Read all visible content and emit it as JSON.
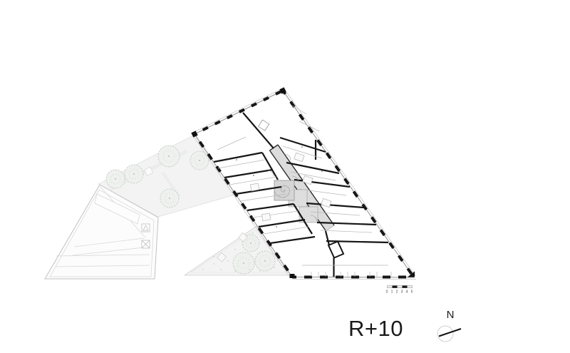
{
  "plan": {
    "floor_label": "R+10",
    "north": {
      "label": "N",
      "icon": "north-arrow-icon"
    },
    "scale_bar": {
      "icon": "scale-bar",
      "unit_labels": [
        "0",
        "1",
        "2",
        "3",
        "4",
        "5"
      ]
    },
    "colors": {
      "ink": "#1a1a1a",
      "wall_black": "#161616",
      "thin_line": "#777777",
      "light_line": "#c8c8c8",
      "site_fill": "#f3f3f3",
      "corridor_fill": "#dcdcdc",
      "tree_line": "#c3cac3"
    }
  }
}
